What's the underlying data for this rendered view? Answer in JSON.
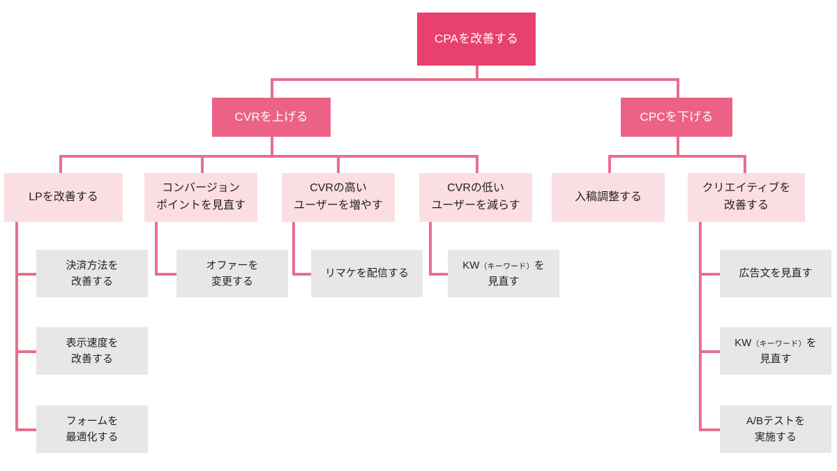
{
  "diagram": {
    "type": "logic-tree",
    "title_node": "CPAを改善する",
    "colors": {
      "root": "#e8416d",
      "level2": "#ec6186",
      "level3": "#fbdde4",
      "leaf": "#e7e7e7",
      "connector": "#e8708f",
      "text_light": "#ffffff",
      "text_dark": "#231f20",
      "background": "#ffffff"
    },
    "nodes": {
      "root": {
        "label": "CPAを改善する"
      },
      "level2": [
        {
          "label": "CVRを上げる"
        },
        {
          "label": "CPCを下げる"
        }
      ],
      "level3": [
        {
          "line1": "LPを改善する",
          "line2": ""
        },
        {
          "line1": "コンバージョン",
          "line2": "ポイントを見直す"
        },
        {
          "line1": "CVRの高い",
          "line2": "ユーザーを増やす"
        },
        {
          "line1": "CVRの低い",
          "line2": "ユーザーを減らす"
        },
        {
          "line1": "入稿調整する",
          "line2": ""
        },
        {
          "line1": "クリエイティブを",
          "line2": "改善する"
        }
      ],
      "leaves": {
        "lp": [
          {
            "line1": "決済方法を",
            "line2": "改善する"
          },
          {
            "line1": "表示速度を",
            "line2": "改善する"
          },
          {
            "line1": "フォームを",
            "line2": "最適化する"
          }
        ],
        "conversion_point": [
          {
            "line1": "オファーを",
            "line2": "変更する"
          }
        ],
        "cvr_high": [
          {
            "line1": "リマケを配信する",
            "line2": ""
          }
        ],
        "cvr_low": [
          {
            "pre": "KW",
            "paren": "（キーワード）",
            "post": "を",
            "line2": "見直す"
          }
        ],
        "creative": [
          {
            "line1": "広告文を見直す",
            "line2": ""
          },
          {
            "pre": "KW",
            "paren": "（キーワード）",
            "post": "を",
            "line2": "見直す"
          },
          {
            "line1": "A/Bテストを",
            "line2": "実施する"
          }
        ]
      }
    }
  }
}
